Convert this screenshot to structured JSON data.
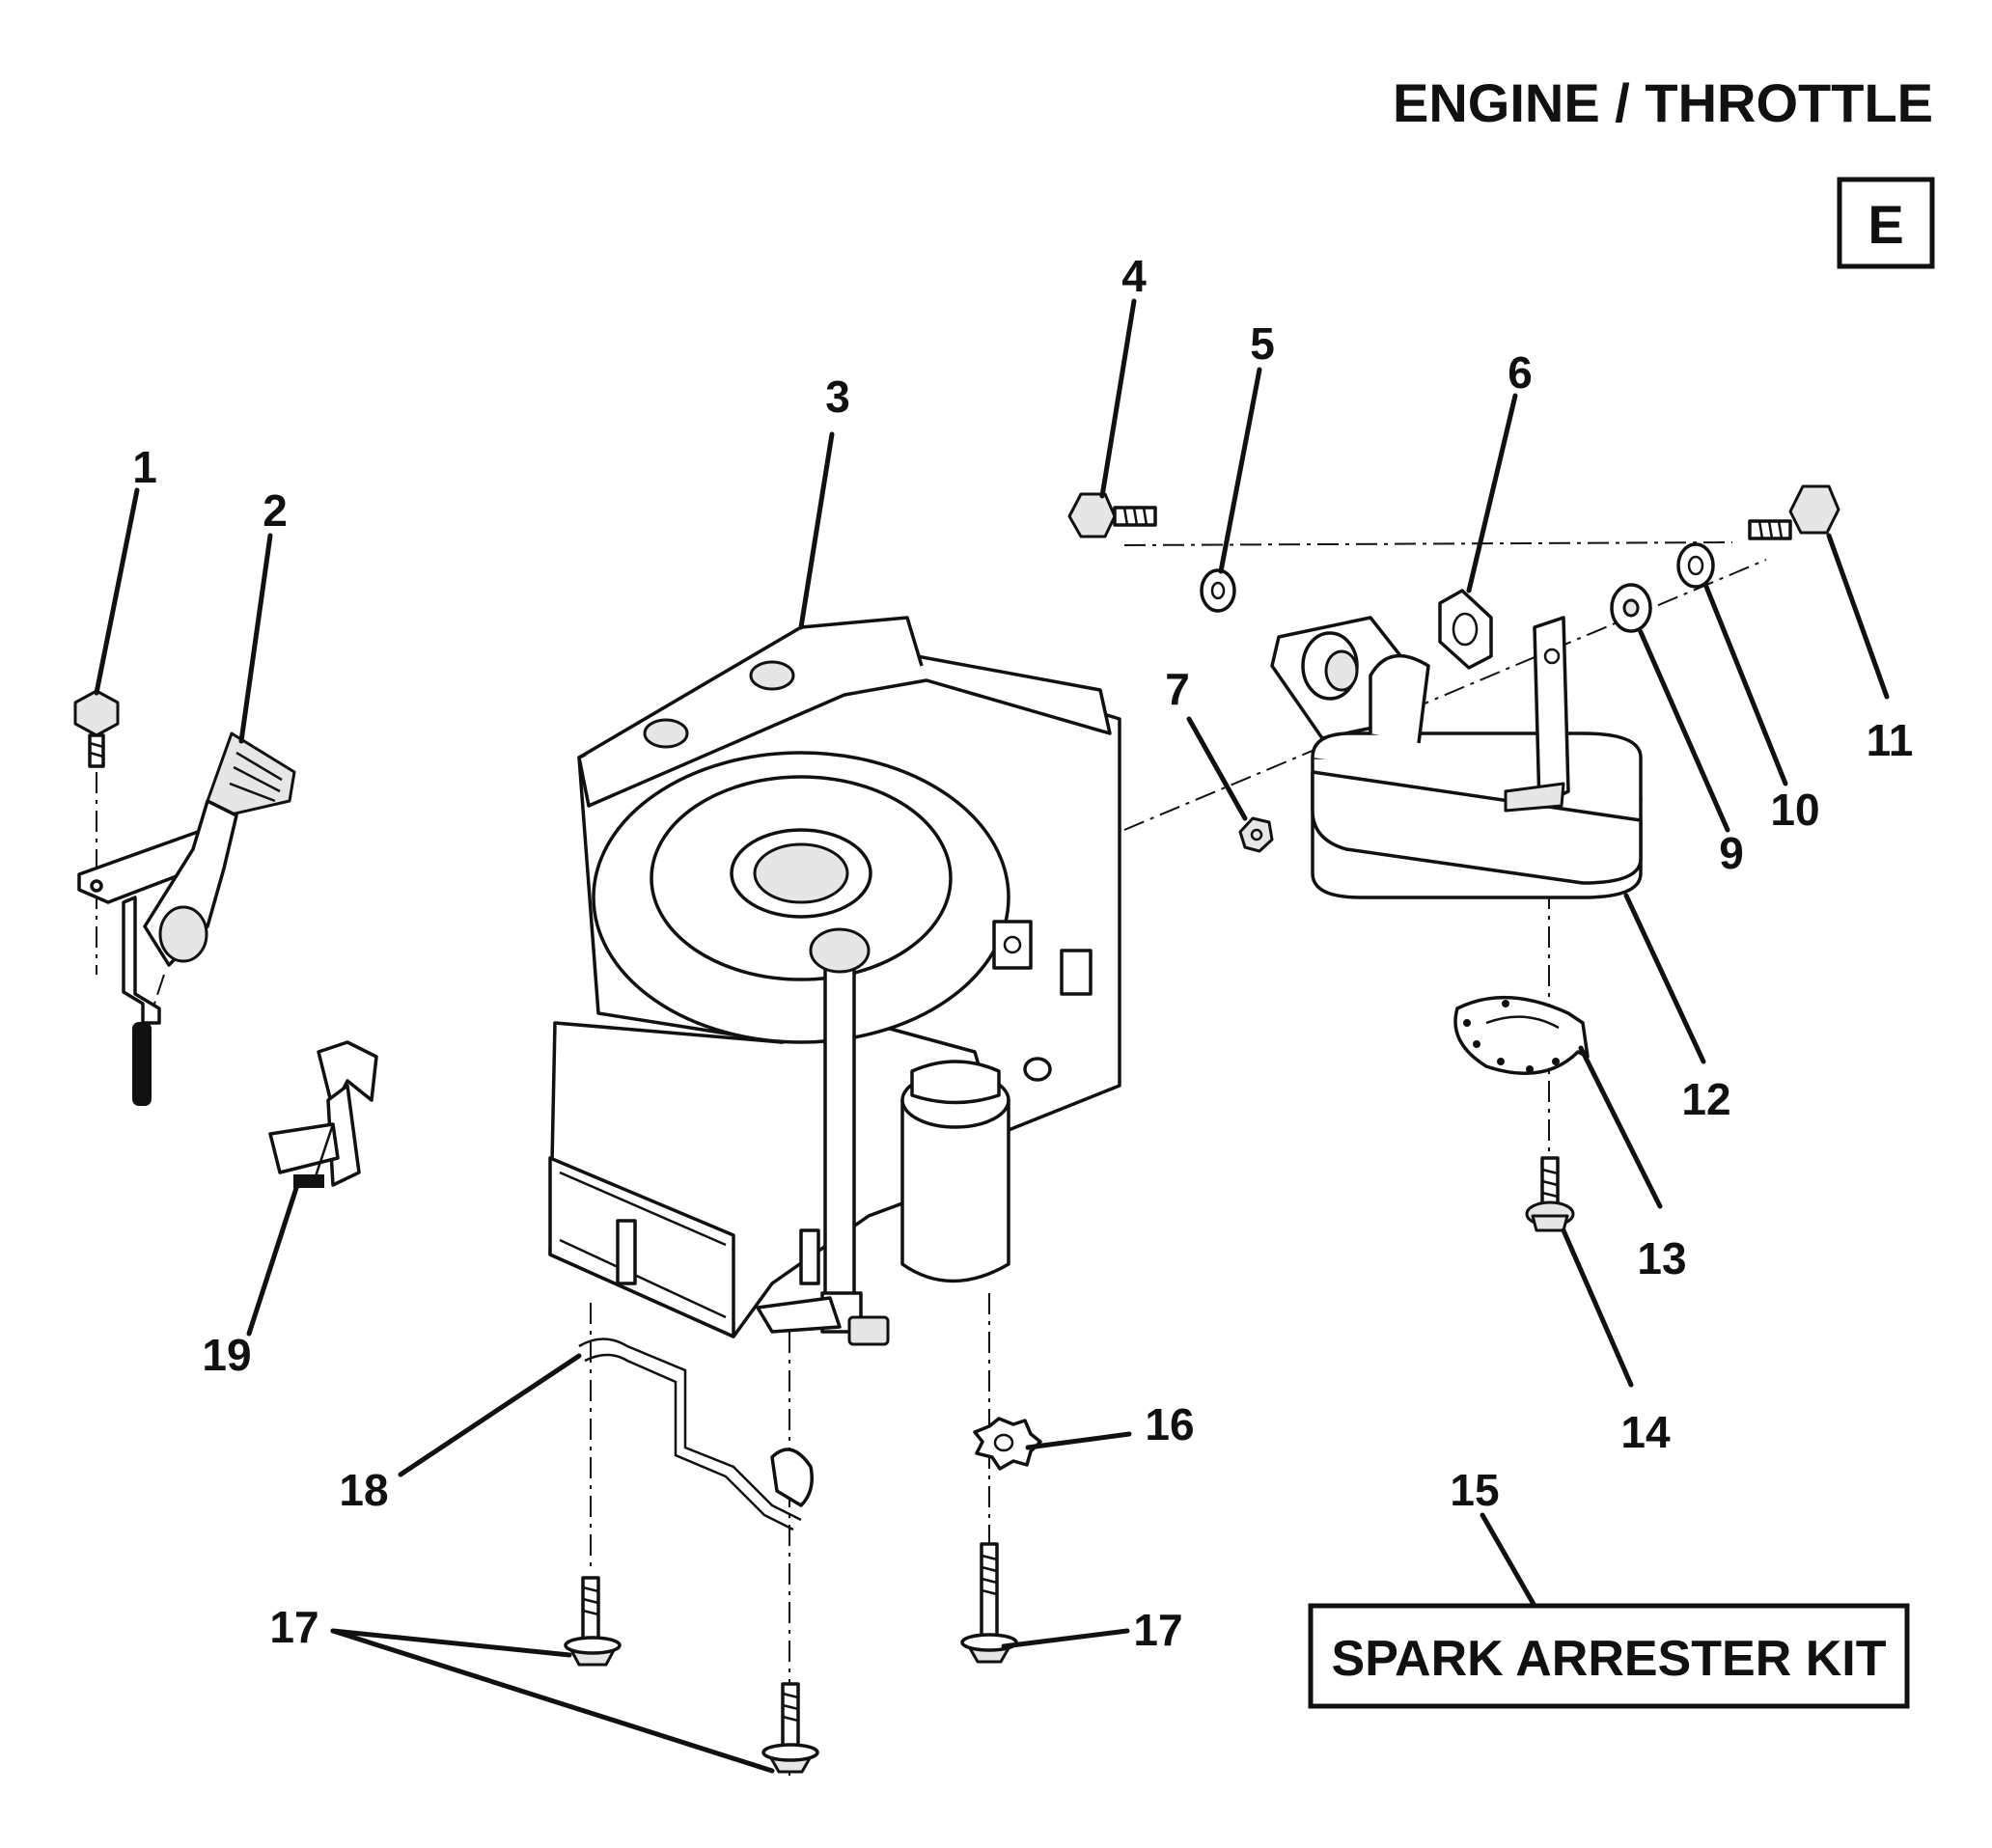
{
  "title": "ENGINE / THROTTLE",
  "section_code": "E",
  "kit_label": "SPARK ARRESTER KIT",
  "callouts": [
    "1",
    "2",
    "3",
    "4",
    "5",
    "6",
    "7",
    "9",
    "10",
    "11",
    "12",
    "13",
    "14",
    "15",
    "16",
    "17",
    "17",
    "18",
    "19"
  ]
}
